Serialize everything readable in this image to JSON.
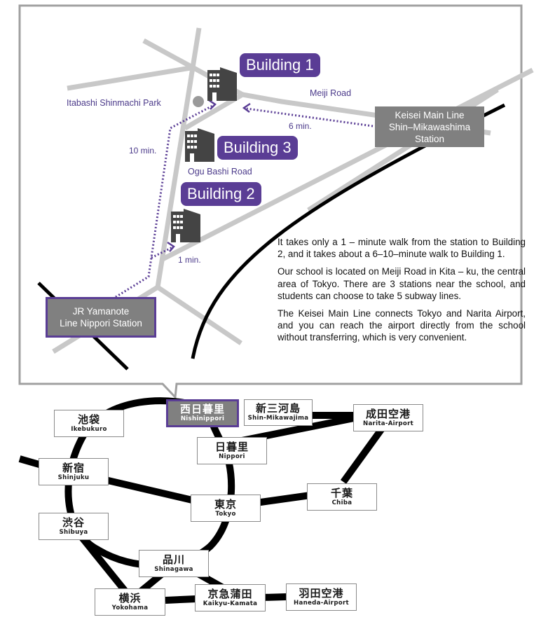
{
  "colors": {
    "accent_purple": "#5a3d95",
    "road_gray": "#c8c8c8",
    "rail_black": "#000000",
    "station_gray": "#808080",
    "frame_gray": "#a0a0a0",
    "park_gray": "#9a9a9a",
    "building_dark": "#444444"
  },
  "local_map": {
    "buildings": [
      {
        "label": "Building 1",
        "icon": "building-icon"
      },
      {
        "label": "Building 3",
        "icon": "building-icon"
      },
      {
        "label": "Building 2",
        "icon": "building-icon"
      }
    ],
    "landmarks": {
      "park": "Itabashi Shinmachi Park",
      "meiji_road": "Meiji Road",
      "ogu_bashi_road": "Ogu Bashi Road"
    },
    "walk_times": {
      "to_building1_from_jr": "10 min.",
      "to_building1_from_keisei": "6 min.",
      "to_building2": "1 min."
    },
    "stations": {
      "keisei": [
        "Keisei Main Line",
        "Shin–Mikawashima",
        "Station"
      ],
      "jr": [
        "JR Yamanote",
        "Line Nippori Station"
      ]
    }
  },
  "description": [
    "It takes only a 1 – minute walk from the station to Building 2, and it takes about a 6–10–minute walk to Building 1.",
    "Our school is located on Meiji Road in Kita – ku, the central area of Tokyo. There are 3 stations near the school, and students can choose to take 5 subway lines.",
    "The Keisei Main Line connects Tokyo and Narita Airport, and you can reach the airport directly from the school without transferring, which is very convenient."
  ],
  "rail_map": {
    "stations": [
      {
        "id": "nishinippori",
        "jp": "西日暮里",
        "en": "Nishinippori",
        "highlight": true
      },
      {
        "id": "shinmikawajima",
        "jp": "新三河島",
        "en": "Shin-Mikawajima"
      },
      {
        "id": "narita",
        "jp": "成田空港",
        "en": "Narita-Airport"
      },
      {
        "id": "ikebukuro",
        "jp": "池袋",
        "en": "Ikebukuro"
      },
      {
        "id": "nippori",
        "jp": "日暮里",
        "en": "Nippori"
      },
      {
        "id": "shinjuku",
        "jp": "新宿",
        "en": "Shinjuku"
      },
      {
        "id": "tokyo",
        "jp": "東京",
        "en": "Tokyo"
      },
      {
        "id": "chiba",
        "jp": "千葉",
        "en": "Chiba"
      },
      {
        "id": "shibuya",
        "jp": "渋谷",
        "en": "Shibuya"
      },
      {
        "id": "shinagawa",
        "jp": "品川",
        "en": "Shinagawa"
      },
      {
        "id": "yokohama",
        "jp": "横浜",
        "en": "Yokohama"
      },
      {
        "id": "keikyukamata",
        "jp": "京急蒲田",
        "en": "Kaikyu-Kamata"
      },
      {
        "id": "haneda",
        "jp": "羽田空港",
        "en": "Haneda-Airport"
      }
    ]
  }
}
